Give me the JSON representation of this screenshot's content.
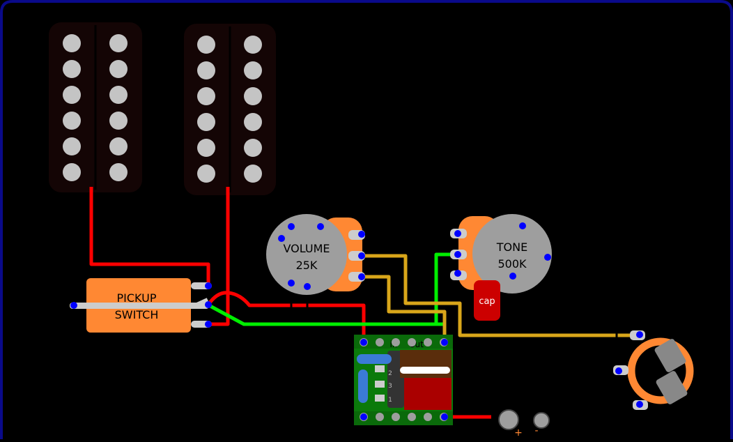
{
  "labels": {
    "pickup_switch_line1": "PICKUP",
    "pickup_switch_line2": "SWITCH",
    "volume_line1": "VOLUME",
    "volume_line2": "25K",
    "tone_line1": "TONE",
    "tone_line2": "500K",
    "cap": "cap",
    "preamp_in": "in",
    "preamp_out": "out",
    "preamp_pin_2": "2",
    "preamp_pin_3": "3",
    "preamp_pin_1": "1",
    "battery_plus": "+",
    "battery_minus": "-"
  },
  "colors": {
    "background": "#000000",
    "frame": "#0a0a8a",
    "pickup_body": "#140505",
    "pole_piece": "#c4c4c4",
    "hot_wire": "#ff0000",
    "ground_wire": "#00ee00",
    "signal_wire": "#d9a61a",
    "switch_body": "#ff8833",
    "pot_body": "#9e9e9e",
    "lug": "#cccccc",
    "solder_point": "#0000ff",
    "capacitor": "#cc0000",
    "board": "#0b7a0b",
    "jack_ring": "#ff8833"
  }
}
